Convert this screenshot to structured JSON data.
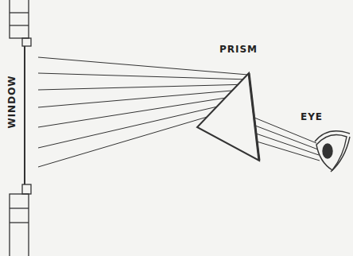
{
  "diagram": {
    "labels": [
      "WINDOW",
      "PRISM",
      "EYE"
    ]
  }
}
